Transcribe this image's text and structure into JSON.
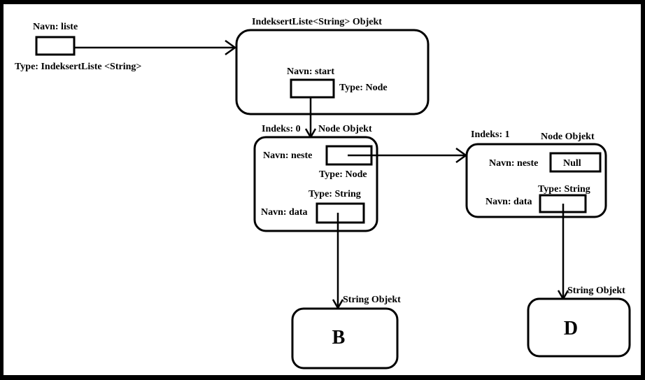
{
  "liste_var": {
    "name_label": "Navn: liste",
    "type_label": "Type: IndeksertListe <String>"
  },
  "list_object": {
    "title": "IndeksertListe<String> Objekt",
    "start_name": "Navn: start",
    "start_type": "Type: Node"
  },
  "node0": {
    "index_label": "Indeks: 0",
    "title": "Node Objekt",
    "neste_name": "Navn: neste",
    "neste_type": "Type: Node",
    "data_type": "Type: String",
    "data_name": "Navn: data"
  },
  "node1": {
    "index_label": "Indeks: 1",
    "title": "Node Objekt",
    "neste_name": "Navn: neste",
    "neste_value": "Null",
    "data_type": "Type: String",
    "data_name": "Navn: data"
  },
  "string_b": {
    "title": "String Objekt",
    "value": "B"
  },
  "string_d": {
    "title": "String Objekt",
    "value": "D"
  },
  "colors": {
    "border": "#000000",
    "background": "#ffffff"
  }
}
